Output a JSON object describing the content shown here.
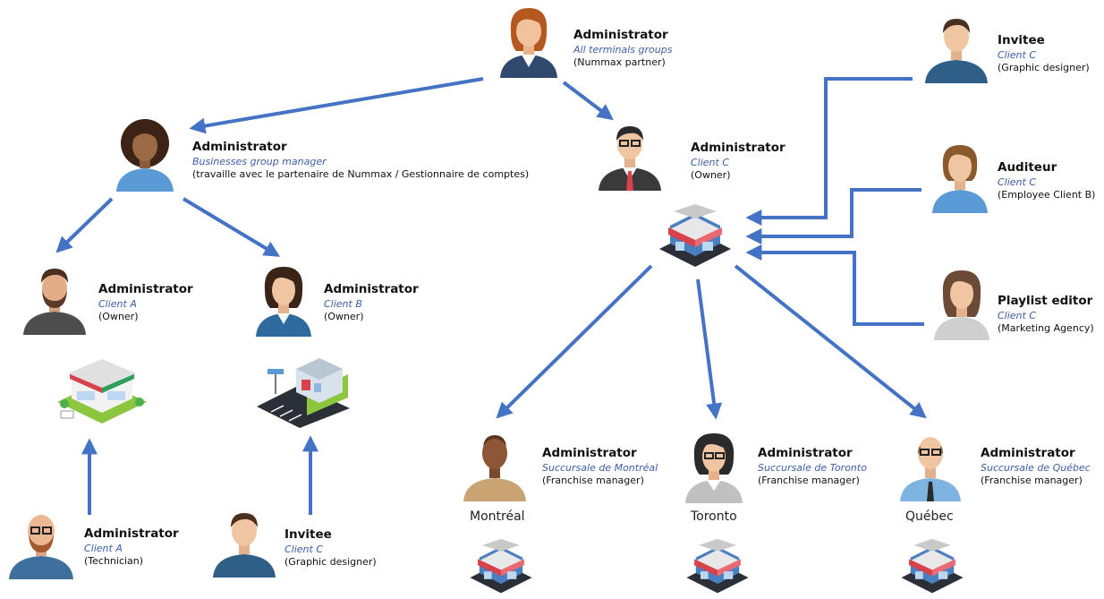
{
  "nodes": {
    "top_admin": {
      "role": "Administrator",
      "group": "All terminals groups",
      "desc": "(Nummax partner)"
    },
    "biz_manager": {
      "role": "Administrator",
      "group": "Businesses group manager",
      "desc": "(travaille avec le partenaire de Nummax / Gestionnaire de comptes)"
    },
    "client_c_owner": {
      "role": "Administrator",
      "group": "Client C",
      "desc": "(Owner)"
    },
    "client_a_owner": {
      "role": "Administrator",
      "group": "Client A",
      "desc": "(Owner)"
    },
    "client_b_owner": {
      "role": "Administrator",
      "group": "Client B",
      "desc": "(Owner)"
    },
    "client_a_tech": {
      "role": "Administrator",
      "group": "Client A",
      "desc": "(Technician)"
    },
    "invitee_bottom": {
      "role": "Invitee",
      "group": "Client C",
      "desc": "(Graphic designer)"
    },
    "invitee_right": {
      "role": "Invitee",
      "group": "Client C",
      "desc": "(Graphic designer)"
    },
    "auditeur": {
      "role": "Auditeur",
      "group": "Client C",
      "desc": "(Employee Client B)"
    },
    "playlist": {
      "role": "Playlist editor",
      "group": "Client C",
      "desc": "(Marketing Agency)"
    },
    "montreal": {
      "role": "Administrator",
      "group": "Succursale de Montréal",
      "desc": "(Franchise manager)"
    },
    "toronto": {
      "role": "Administrator",
      "group": "Succursale de Toronto",
      "desc": "(Franchise manager)"
    },
    "quebec": {
      "role": "Administrator",
      "group": "Succursale de Québec",
      "desc": "(Franchise manager)"
    }
  },
  "cities": {
    "montreal": "Montréal",
    "toronto": "Toronto",
    "quebec": "Québec"
  },
  "colors": {
    "arrow": "#4472c4",
    "group_text": "#3d5fa8",
    "store_awning": "#d9414b",
    "store_wall": "#4a7fc0"
  }
}
